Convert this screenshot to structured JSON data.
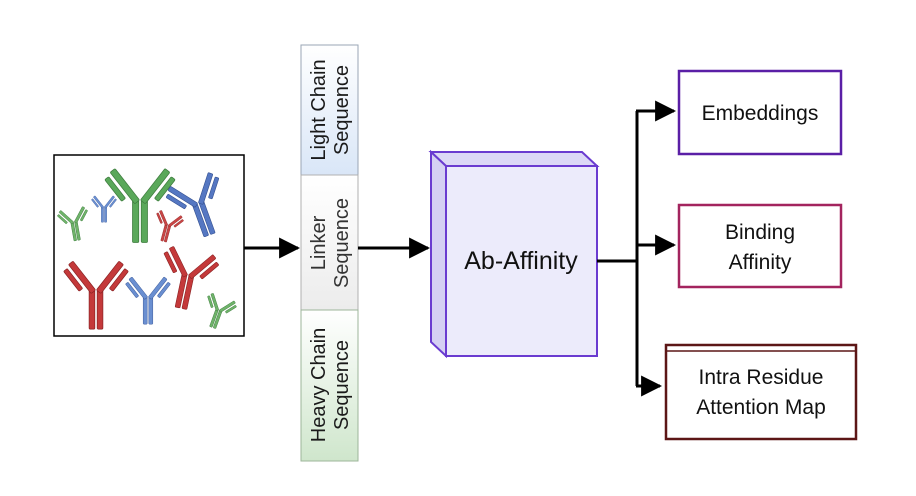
{
  "input_image": {
    "description_icon": "antibody-collection-icon",
    "colors": {
      "green": "#5aa85a",
      "blue": "#5577c2",
      "red": "#c4393a"
    }
  },
  "sequence_stack": {
    "light": {
      "line1": "Light Chain",
      "line2": "Sequence",
      "color": "#d9e6f7"
    },
    "linker": {
      "line1": "Linker",
      "line2": "Sequence",
      "color": "#f2f2f2"
    },
    "heavy": {
      "line1": "Heavy Chain",
      "line2": "Sequence",
      "color": "#cfe6cc"
    }
  },
  "model": {
    "label": "Ab-Affinity",
    "face_color": "#ecebfb",
    "border_color": "#6a3bd0"
  },
  "outputs": {
    "embeddings": {
      "label": "Embeddings",
      "border_color": "#5a1fa6"
    },
    "binding": {
      "line1": "Binding",
      "line2": "Affinity",
      "border_color": "#a3245e"
    },
    "attention": {
      "line1": "Intra Residue",
      "line2": "Attention Map",
      "border_color": "#5c1616"
    }
  }
}
